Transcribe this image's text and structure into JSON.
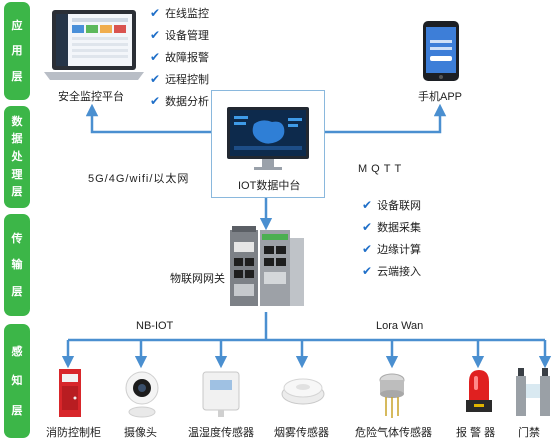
{
  "layers": {
    "app": [
      "应",
      "用",
      "层"
    ],
    "data": [
      "数",
      "据",
      "处",
      "理",
      "层"
    ],
    "transport": [
      "传",
      "输",
      "层"
    ],
    "sensing": [
      "感",
      "知",
      "层"
    ]
  },
  "app_layer": {
    "platform_label": "安全监控平台",
    "features": [
      "在线监控",
      "设备管理",
      "故障报警",
      "远程控制",
      "数据分析"
    ],
    "mobile_label": "手机APP"
  },
  "data_layer": {
    "center_label": "IOT数据中台",
    "network_label": "5G/4G/wifi/以太网",
    "protocol_label": "MQTT"
  },
  "transport_layer": {
    "gateway_label": "物联网网关",
    "features": [
      "设备联网",
      "数据采集",
      "边缘计算",
      "云端接入"
    ],
    "nbiot_label": "NB-IOT",
    "lora_label": "Lora Wan"
  },
  "sensing_layer": {
    "devices": [
      "消防控制柜",
      "摄像头",
      "温湿度传感器",
      "烟雾传感器",
      "危险气体传感器",
      "报 警 器",
      "门禁"
    ]
  },
  "check_mark": "✔",
  "colors": {
    "layer_green": "#3cb648",
    "line_blue": "#4a8fd0",
    "check_blue": "#1f6fc8"
  }
}
